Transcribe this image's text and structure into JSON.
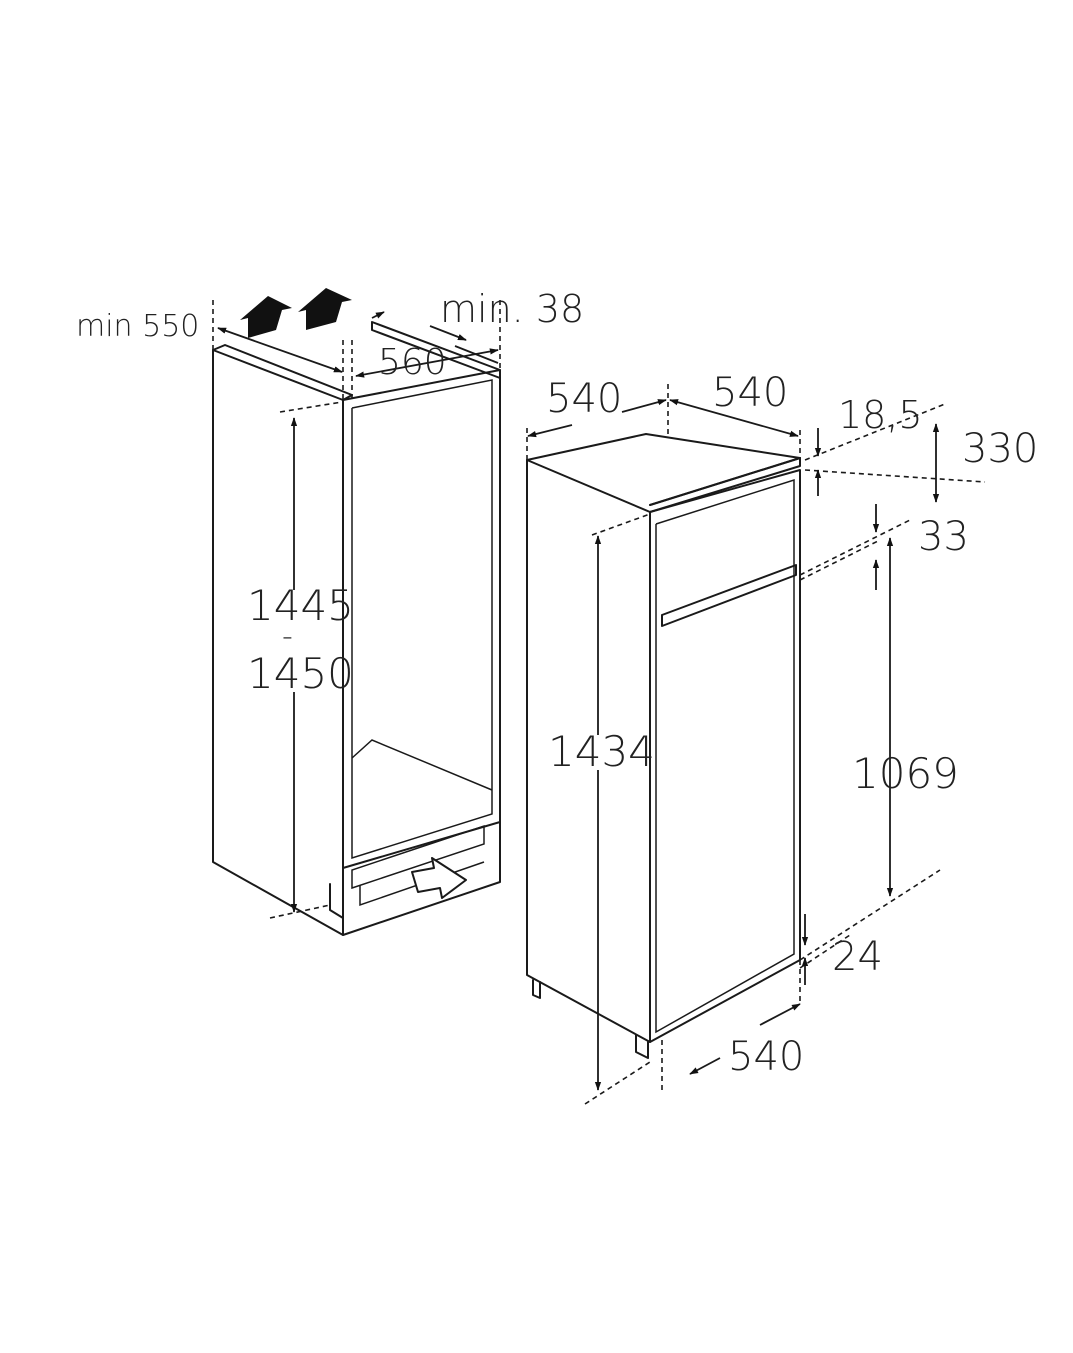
{
  "colors": {
    "line": "#1a1a1a",
    "text": "#222222",
    "background": "#ffffff"
  },
  "niche": {
    "depth_min": "min 550",
    "width": "560",
    "vent_gap": "min. 38",
    "height_line1": "1445",
    "height_sep": "-",
    "height_line2": "1450"
  },
  "appliance": {
    "width": "540",
    "depth": "540",
    "top_panel": "18,5",
    "upper_door": "330",
    "gap": "33",
    "lower_door": "1069",
    "total_height": "1434",
    "plinth": "24",
    "door_width": "540"
  },
  "icons": [
    "air-flow-up-arrow-icon",
    "air-flow-up-arrow-icon",
    "air-intake-arrow-icon"
  ]
}
